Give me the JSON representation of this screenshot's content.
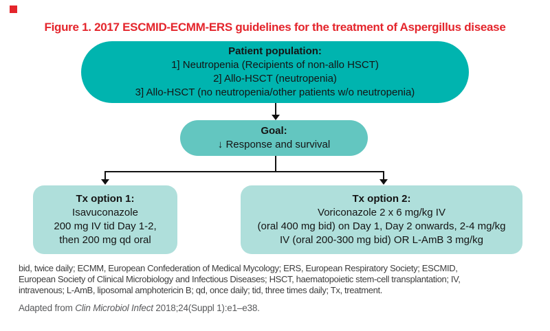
{
  "title": "Figure 1. 2017 ESCMID-ECMM-ERS guidelines for the treatment of Aspergillus disease",
  "flowchart": {
    "patient_population": {
      "heading": "Patient population:",
      "items": [
        "1] Neutropenia (Recipients of non-allo HSCT)",
        "2] Allo-HSCT (neutropenia)",
        "3] Allo-HSCT (no neutropenia/other patients w/o neutropenia)"
      ]
    },
    "goal": {
      "heading": "Goal:",
      "text": "↓ Response and survival"
    },
    "tx_option_1": {
      "heading": "Tx option 1:",
      "lines": [
        "Isavuconazole",
        "200 mg IV tid Day 1-2,",
        "then 200 mg qd oral"
      ]
    },
    "tx_option_2": {
      "heading": "Tx option 2:",
      "lines": [
        "Voriconazole 2 x 6 mg/kg IV",
        "(oral 400 mg bid) on Day 1, Day 2 onwards, 2-4 mg/kg",
        "IV (oral 200-300 mg bid) OR L-AmB 3 mg/kg"
      ]
    }
  },
  "footnotes": {
    "abbreviation_lines": [
      "bid, twice daily; ECMM, European Confederation of Medical Mycology; ERS, European Respiratory Society; ESCMID,",
      "European Society of Clinical Microbiology and Infectious Diseases; HSCT, haematopoietic stem-cell transplantation; IV,",
      "intravenous; L-AmB, liposomal amphotericin B; qd, once daily; tid, three times daily; Tx, treatment."
    ],
    "adapted_prefix": "Adapted from ",
    "adapted_source": "Clin Microbiol Infect",
    "adapted_suffix": " 2018;24(Suppl 1):e1–e38."
  },
  "colors": {
    "title_red": "#e4252c",
    "teal_dark": "#00b4af",
    "teal_mid": "#63c6c0",
    "teal_light": "#afdfdb",
    "connector_black": "#111111"
  }
}
